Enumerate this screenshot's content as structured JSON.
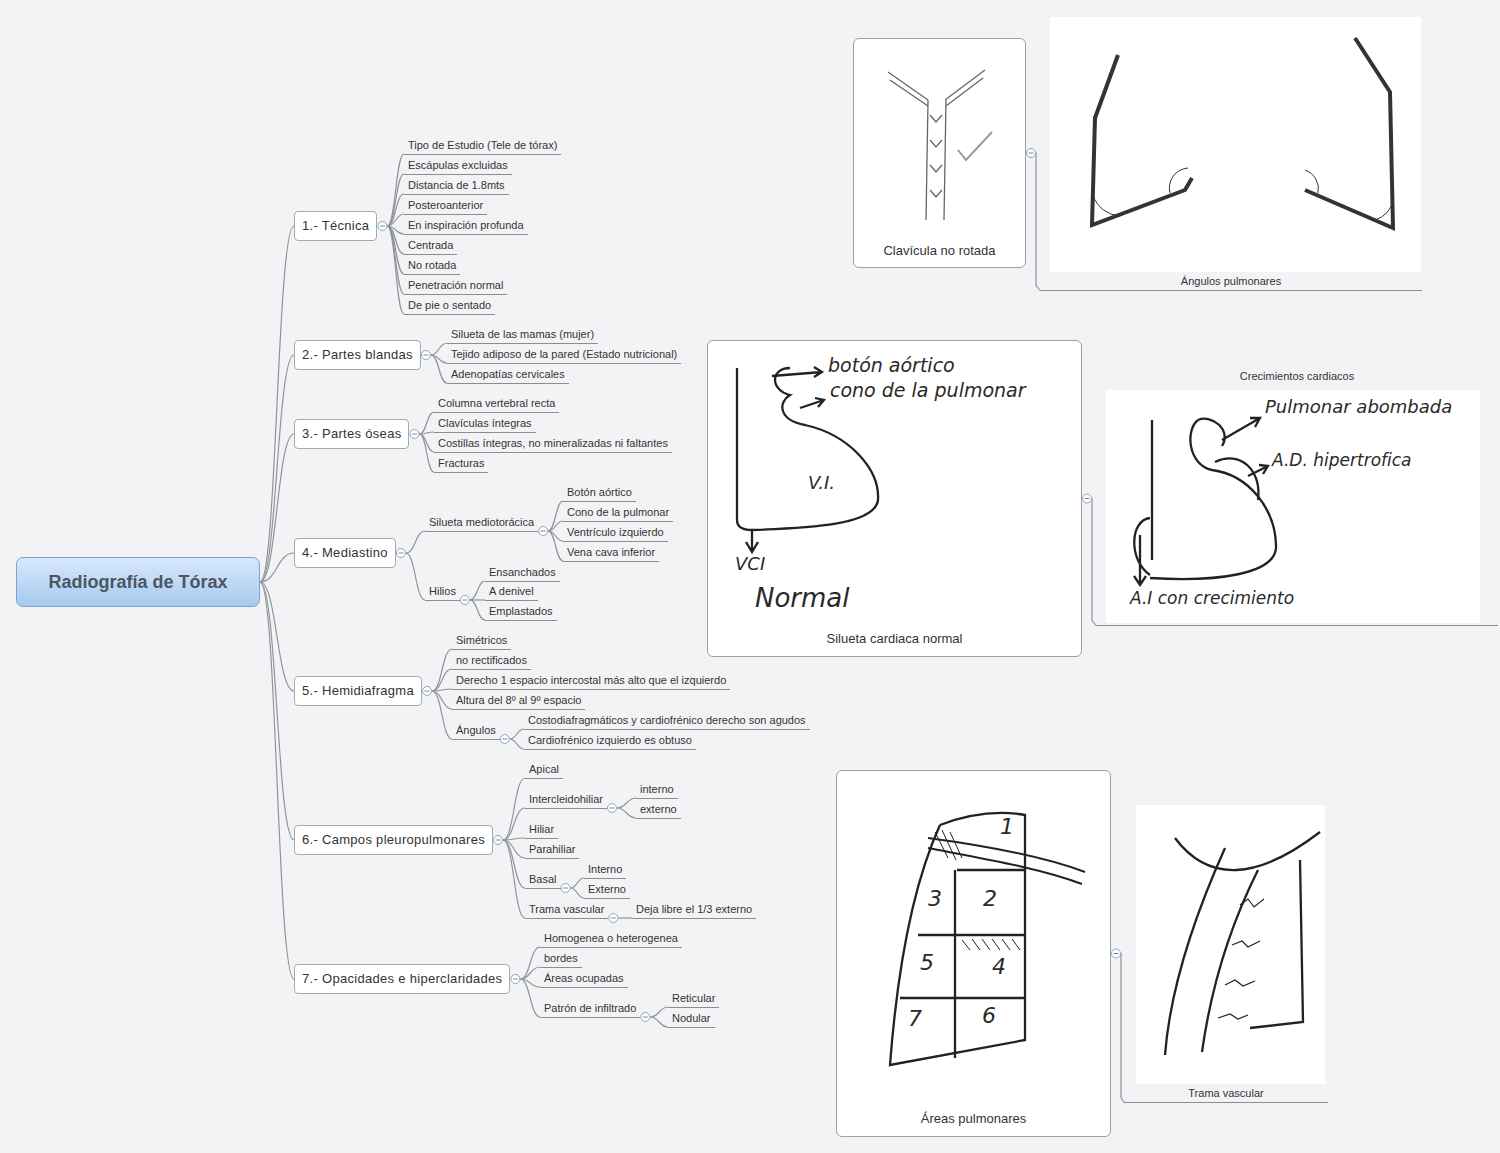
{
  "diagram": {
    "nodes": [
      {
        "text": [
          "Radiografía de Tórax"
        ]
      },
      {
        "text": [
          "1.- Técnica"
        ]
      },
      {
        "text": [
          "Tipo de Estudio (Tele de tórax)"
        ]
      },
      {
        "text": [
          "Escápulas excluidas"
        ]
      },
      {
        "text": [
          "Distancia de 1.8mts"
        ]
      },
      {
        "text": [
          "Posteroanterior"
        ]
      },
      {
        "text": [
          "En inspiración profunda"
        ]
      },
      {
        "text": [
          "Centrada"
        ]
      },
      {
        "text": [
          "No rotada"
        ]
      },
      {
        "text": [
          "Penetración normal"
        ]
      },
      {
        "text": [
          "De pie o sentado"
        ]
      },
      {
        "text": [
          "2.- Partes blandas"
        ]
      },
      {
        "text": [
          "Silueta de las mamas (mujer)"
        ]
      },
      {
        "text": [
          "Tejido adiposo de la pared (Estado nutricional)"
        ]
      },
      {
        "text": [
          "Adenopatías cervicales"
        ]
      },
      {
        "text": [
          "3.- Partes óseas"
        ]
      },
      {
        "text": [
          "Columna vertebral recta"
        ]
      },
      {
        "text": [
          "Clavículas íntegras"
        ]
      },
      {
        "text": [
          "Costillas íntegras, no mineralizadas ni faltantes"
        ]
      },
      {
        "text": [
          "Fracturas"
        ]
      },
      {
        "text": [
          "4.- Mediastino"
        ]
      },
      {
        "text": [
          "Silueta mediotorácica"
        ]
      },
      {
        "text": [
          "Botón aórtico"
        ]
      },
      {
        "text": [
          "Cono de la pulmonar"
        ]
      },
      {
        "text": [
          "Ventrículo izquierdo"
        ]
      },
      {
        "text": [
          "Vena cava inferior"
        ]
      },
      {
        "text": [
          "Hilios"
        ]
      },
      {
        "text": [
          "Ensanchados"
        ]
      },
      {
        "text": [
          "A denivel"
        ]
      },
      {
        "text": [
          "Emplastados"
        ]
      },
      {
        "text": [
          "5.- Hemidiafragma"
        ]
      },
      {
        "text": [
          "Simétricos"
        ]
      },
      {
        "text": [
          "no rectificados"
        ]
      },
      {
        "text": [
          "Derecho 1 espacio intercostal más alto que el izquierdo"
        ]
      },
      {
        "text": [
          "Altura del 8º al 9º espacio"
        ]
      },
      {
        "text": [
          "Ángulos"
        ]
      },
      {
        "text": [
          "Costodiafragmáticos y cardiofrénico derecho son agudos"
        ]
      },
      {
        "text": [
          "Cardiofrénico izquierdo es obtuso"
        ]
      },
      {
        "text": [
          "6.- Campos pleuropulmonares"
        ]
      },
      {
        "text": [
          "Apical"
        ]
      },
      {
        "text": [
          "Intercleidohiliar"
        ]
      },
      {
        "text": [
          "interno"
        ]
      },
      {
        "text": [
          "externo"
        ]
      },
      {
        "text": [
          "Hiliar"
        ]
      },
      {
        "text": [
          "Parahiliar"
        ]
      },
      {
        "text": [
          "Basal"
        ]
      },
      {
        "text": [
          "Interno"
        ]
      },
      {
        "text": [
          "Externo"
        ]
      },
      {
        "text": [
          "Trama vascular"
        ]
      },
      {
        "text": [
          "Deja libre el 1/3 externo"
        ]
      },
      {
        "text": [
          "7.- Opacidades e hiperclaridades"
        ]
      },
      {
        "text": [
          "Homogenea o heterogenea"
        ]
      },
      {
        "text": [
          "bordes"
        ]
      },
      {
        "text": [
          "Áreas ocupadas"
        ]
      },
      {
        "text": [
          "Patrón de infiltrado"
        ]
      },
      {
        "text": [
          "Reticular"
        ]
      },
      {
        "text": [
          "Nodular"
        ]
      },
      {
        "text": [
          "Clavícula no rotada"
        ]
      },
      {
        "text": [
          "Ángulos pulmonares"
        ]
      },
      {
        "text": [
          "Silueta cardiaca normal"
        ]
      },
      {
        "text": [
          "Crecimientos cardiacos"
        ]
      },
      {
        "text": [
          "Áreas pulmonares"
        ]
      },
      {
        "text": [
          "Trama vascular"
        ]
      }
    ],
    "edges": [
      {
        "from": 0,
        "to": 1,
        "arrow": "none"
      },
      {
        "from": 0,
        "to": 11,
        "arrow": "none"
      },
      {
        "from": 0,
        "to": 15,
        "arrow": "none"
      },
      {
        "from": 0,
        "to": 20,
        "arrow": "none"
      },
      {
        "from": 0,
        "to": 30,
        "arrow": "none"
      },
      {
        "from": 0,
        "to": 38,
        "arrow": "none"
      },
      {
        "from": 0,
        "to": 50,
        "arrow": "none"
      },
      {
        "from": 1,
        "to": 2,
        "arrow": "none"
      },
      {
        "from": 1,
        "to": 3,
        "arrow": "none"
      },
      {
        "from": 1,
        "to": 4,
        "arrow": "none"
      },
      {
        "from": 1,
        "to": 5,
        "arrow": "none"
      },
      {
        "from": 1,
        "to": 6,
        "arrow": "none"
      },
      {
        "from": 1,
        "to": 7,
        "arrow": "none"
      },
      {
        "from": 1,
        "to": 8,
        "arrow": "none"
      },
      {
        "from": 1,
        "to": 9,
        "arrow": "none"
      },
      {
        "from": 1,
        "to": 10,
        "arrow": "none"
      },
      {
        "from": 11,
        "to": 12,
        "arrow": "none"
      },
      {
        "from": 11,
        "to": 13,
        "arrow": "none"
      },
      {
        "from": 11,
        "to": 14,
        "arrow": "none"
      },
      {
        "from": 15,
        "to": 16,
        "arrow": "none"
      },
      {
        "from": 15,
        "to": 17,
        "arrow": "none"
      },
      {
        "from": 15,
        "to": 18,
        "arrow": "none"
      },
      {
        "from": 15,
        "to": 19,
        "arrow": "none"
      },
      {
        "from": 20,
        "to": 21,
        "arrow": "none"
      },
      {
        "from": 20,
        "to": 26,
        "arrow": "none"
      },
      {
        "from": 21,
        "to": 22,
        "arrow": "none"
      },
      {
        "from": 21,
        "to": 23,
        "arrow": "none"
      },
      {
        "from": 21,
        "to": 24,
        "arrow": "none"
      },
      {
        "from": 21,
        "to": 25,
        "arrow": "none"
      },
      {
        "from": 26,
        "to": 27,
        "arrow": "none"
      },
      {
        "from": 26,
        "to": 28,
        "arrow": "none"
      },
      {
        "from": 26,
        "to": 29,
        "arrow": "none"
      },
      {
        "from": 30,
        "to": 31,
        "arrow": "none"
      },
      {
        "from": 30,
        "to": 32,
        "arrow": "none"
      },
      {
        "from": 30,
        "to": 33,
        "arrow": "none"
      },
      {
        "from": 30,
        "to": 34,
        "arrow": "none"
      },
      {
        "from": 30,
        "to": 35,
        "arrow": "none"
      },
      {
        "from": 35,
        "to": 36,
        "arrow": "none"
      },
      {
        "from": 35,
        "to": 37,
        "arrow": "none"
      },
      {
        "from": 38,
        "to": 39,
        "arrow": "none"
      },
      {
        "from": 38,
        "to": 40,
        "arrow": "none"
      },
      {
        "from": 38,
        "to": 43,
        "arrow": "none"
      },
      {
        "from": 38,
        "to": 44,
        "arrow": "none"
      },
      {
        "from": 38,
        "to": 45,
        "arrow": "none"
      },
      {
        "from": 38,
        "to": 48,
        "arrow": "none"
      },
      {
        "from": 40,
        "to": 41,
        "arrow": "none"
      },
      {
        "from": 40,
        "to": 42,
        "arrow": "none"
      },
      {
        "from": 45,
        "to": 46,
        "arrow": "none"
      },
      {
        "from": 45,
        "to": 47,
        "arrow": "none"
      },
      {
        "from": 48,
        "to": 49,
        "arrow": "none"
      },
      {
        "from": 50,
        "to": 51,
        "arrow": "none"
      },
      {
        "from": 50,
        "to": 52,
        "arrow": "none"
      },
      {
        "from": 50,
        "to": 53,
        "arrow": "none"
      },
      {
        "from": 50,
        "to": 54,
        "arrow": "none"
      },
      {
        "from": 54,
        "to": 55,
        "arrow": "none"
      },
      {
        "from": 54,
        "to": 56,
        "arrow": "none"
      },
      {
        "from": 57,
        "to": 58,
        "arrow": "none"
      },
      {
        "from": 59,
        "to": 60,
        "arrow": "none"
      },
      {
        "from": 61,
        "to": 62,
        "arrow": "none"
      }
    ],
    "labels": [
      "botón aórtico",
      "cono de la pulmonar",
      "V.I.",
      "VCI",
      "Normal",
      "Pulmonar abombada",
      "A.D. hipertrofica",
      "A.I con crecimiento",
      "1",
      "2",
      "3",
      "4",
      "5",
      "6",
      "7"
    ]
  }
}
